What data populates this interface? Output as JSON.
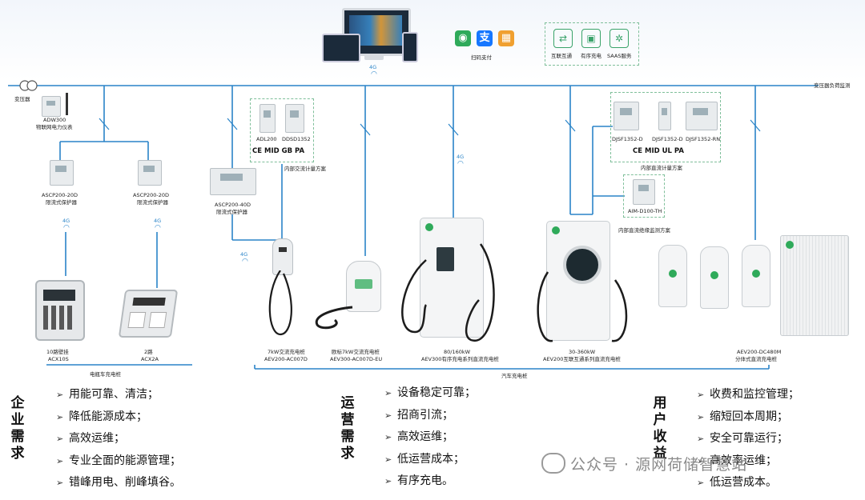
{
  "top": {
    "payment_label": "扫码支付",
    "services": [
      "互联互通",
      "有序充电",
      "SAAS服务"
    ],
    "signal_4g": "4G"
  },
  "bus": {
    "left_label": "变压器",
    "right_label": "变压器负荷监测"
  },
  "meters": {
    "adw300": [
      "ADW300",
      "物联网电力仪表"
    ],
    "ascp_a": [
      "ASCP200-20D",
      "限流式保护器"
    ],
    "ascp_b": [
      "ASCP200-20D",
      "限流式保护器"
    ],
    "ascp_c": [
      "ASCP200-40D",
      "限流式保护器"
    ],
    "adl200": "ADL200",
    "ddsd1352": "DDSD1352",
    "ac_box_caption": "内部交流计量方案",
    "djsf_a": "DJSF1352-D",
    "djsf_b": "DJSF1352-D",
    "djsf_c": "DJSF1352-RN",
    "dc_box_caption": "内部直流计量方案",
    "aim": "AIM-D100-TH",
    "aim_caption": "内部直流绝缘监测方案"
  },
  "certs": {
    "ac": "CE MID GB PA",
    "dc": "CE MID UL PA"
  },
  "chargers": {
    "acx10s": [
      "10路壁挂",
      "ACX10S"
    ],
    "acx2a": [
      "2路",
      "ACX2A"
    ],
    "ebike_group": "电瓶车充电桩",
    "aev200_ac": [
      "7kW交流充电桩",
      "AEV200-AC007D"
    ],
    "aev300_ac": [
      "欧标7kW交流充电桩",
      "AEV300-AC007D-EU"
    ],
    "aev300_dc": [
      "80/160kW",
      "AEV300有序充电系列直流充电桩"
    ],
    "aev200_dc": [
      "30-360kW",
      "AEV200互联互通系列直流充电桩"
    ],
    "aev200_dc480": [
      "AEV200-DC480M",
      "分体式直流充电桩"
    ],
    "car_group": "汽车充电桩"
  },
  "sections": [
    {
      "title": "企业需求",
      "items": [
        "用能可靠、清洁；",
        "降低能源成本；",
        "高效运维；",
        "专业全面的能源管理；",
        "错峰用电、削峰填谷。"
      ]
    },
    {
      "title": "运营需求",
      "items": [
        "设备稳定可靠；",
        "招商引流；",
        "高效运维；",
        "低运营成本；",
        "有序充电。"
      ]
    },
    {
      "title": "用户收益",
      "items": [
        "收费和监控管理；",
        "缩短回本周期；",
        "安全可靠运行；",
        "高效率运维；",
        "低运营成本。"
      ]
    }
  ],
  "watermark": "公众号 · 源网荷储智慧站",
  "colors": {
    "wire": "#2a84c8",
    "green": "#2faa5a",
    "box": "#7fbf9a"
  }
}
